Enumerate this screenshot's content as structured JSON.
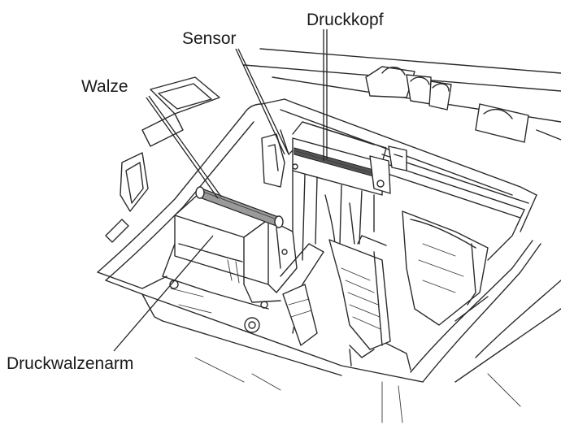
{
  "labels": {
    "druckkopf": "Druckkopf",
    "sensor": "Sensor",
    "walze": "Walze",
    "druckwalzenarm": "Druckwalzenarm"
  },
  "colors": {
    "line": "#2b2b2b",
    "background": "#ffffff",
    "roller": "#9a9a9a"
  }
}
